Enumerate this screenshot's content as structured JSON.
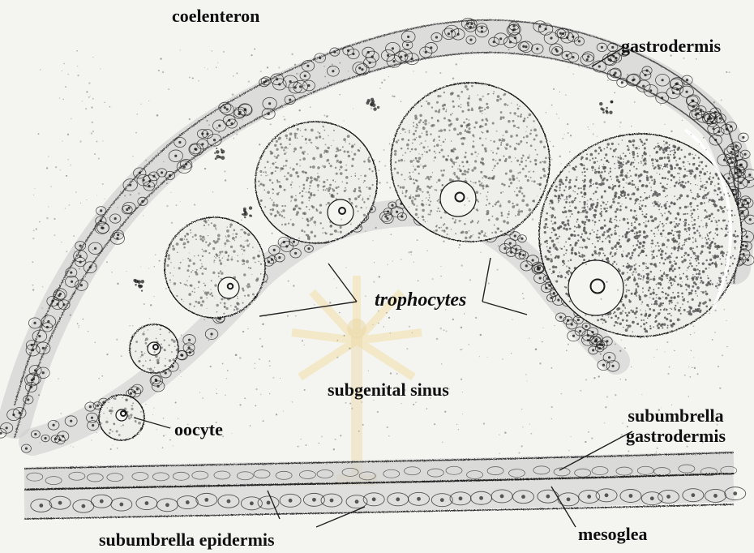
{
  "diagram": {
    "labels": {
      "coelenteron": "coelenteron",
      "gastrodermis": "gastrodermis",
      "trophocytes": "trophocytes",
      "subgenital_sinus": "subgenital sinus",
      "oocyte": "oocyte",
      "subumbrella_gastrodermis_line1": "subumbrella",
      "subumbrella_gastrodermis_line2": "gastrodermis",
      "subumbrella_epidermis": "subumbrella epidermis",
      "mesoglea": "mesoglea"
    },
    "colors": {
      "ink": "#1a1a1a",
      "paper": "#f4f4f1",
      "stipple": "#555555",
      "watermark": "#f3d27a"
    }
  }
}
